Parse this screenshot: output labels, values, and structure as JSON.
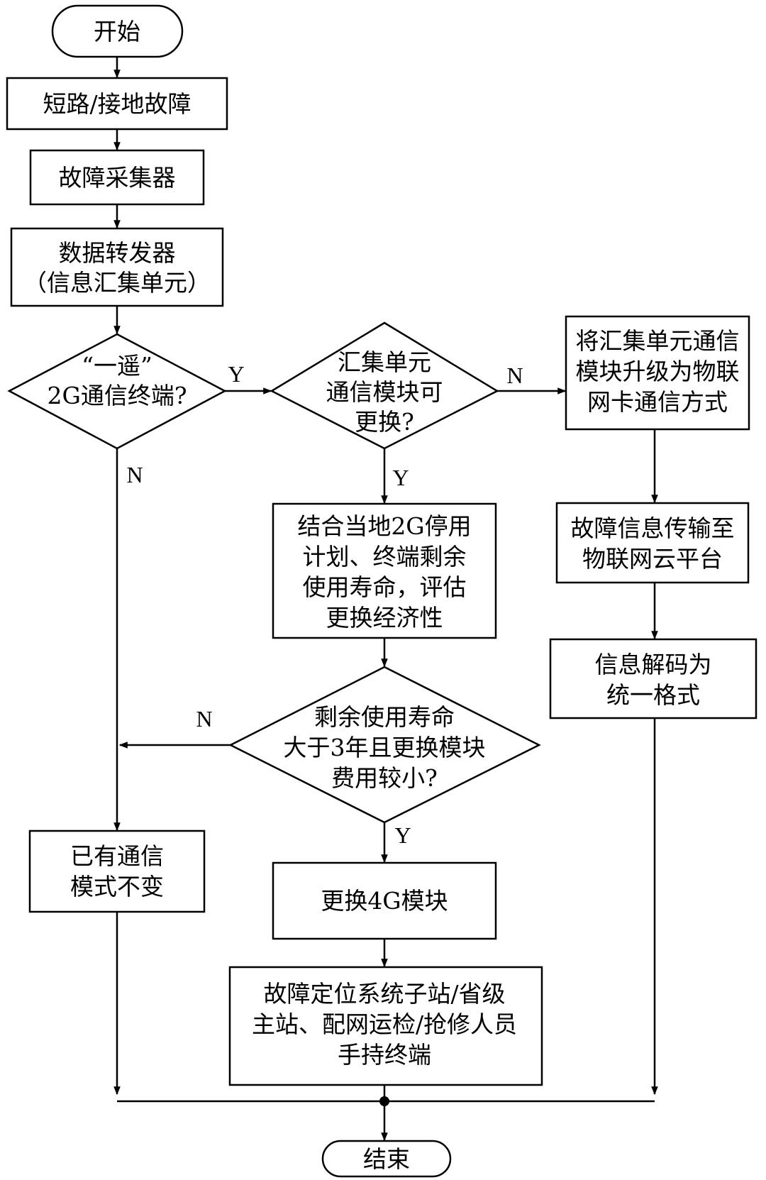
{
  "nodes": {
    "start": "开始",
    "fault": "短路/接地故障",
    "collector": "故障采集器",
    "forwarder_1": "数据转发器",
    "forwarder_2": "（信息汇集单元）",
    "d1_1": "“一遥”",
    "d1_2": "2G通信终端?",
    "d2_1": "汇集单元",
    "d2_2": "通信模块可",
    "d2_3": "更换?",
    "upgrade_1": "将汇集单元通信",
    "upgrade_2": "模块升级为物联",
    "upgrade_3": "网卡通信方式",
    "eval_1": "结合当地2G停用",
    "eval_2": "计划、终端剩余",
    "eval_3": "使用寿命，评估",
    "eval_4": "更换经济性",
    "transmit_1": "故障信息传输至",
    "transmit_2": "物联网云平台",
    "decode_1": "信息解码为",
    "decode_2": "统一格式",
    "d3_1": "剩余使用寿命",
    "d3_2": "大于3年且更换模块",
    "d3_3": "费用较小?",
    "keep_1": "已有通信",
    "keep_2": "模式不变",
    "replace": "更换4G模块",
    "terminal_1": "故障定位系统子站/省级",
    "terminal_2": "主站、配网运检/抢修人员",
    "terminal_3": "手持终端",
    "end": "结束"
  },
  "edges": {
    "d1_yes": "Y",
    "d1_no": "N",
    "d2_yes": "Y",
    "d2_no": "N",
    "d3_yes": "Y",
    "d3_no": "N"
  }
}
